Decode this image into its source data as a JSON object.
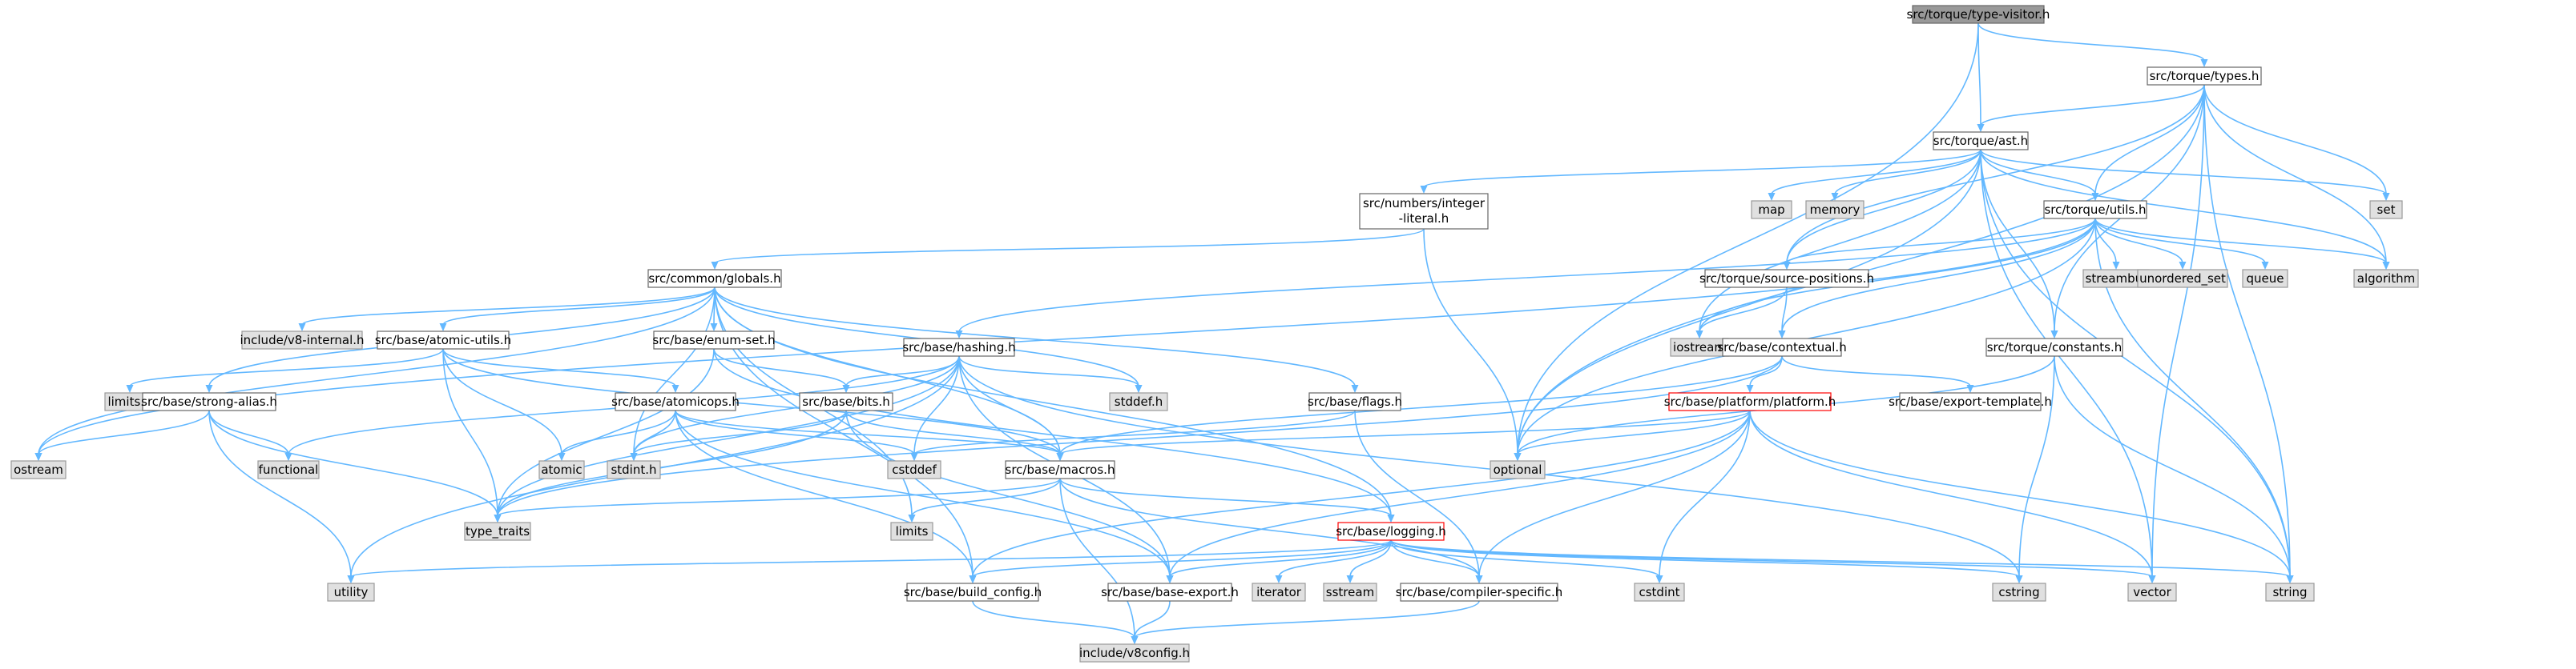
{
  "colors": {
    "edge": "#63b8ff",
    "root_fill": "#999999",
    "root_stroke": "#666666",
    "file_fill": "#ffffff",
    "file_stroke": "#666666",
    "system_fill": "#e0e0e0",
    "system_stroke": "#999999",
    "truncated_stroke": "#ff0000",
    "text": "#000000"
  },
  "nodes": [
    {
      "id": "type-visitor",
      "kind": "root",
      "label": "src/torque/type-visitor.h"
    },
    {
      "id": "types",
      "kind": "file",
      "label": "src/torque/types.h"
    },
    {
      "id": "ast",
      "kind": "file",
      "label": "src/torque/ast.h"
    },
    {
      "id": "integer-literal",
      "kind": "file",
      "label": "src/numbers/integer-literal.h"
    },
    {
      "id": "utils",
      "kind": "file",
      "label": "src/torque/utils.h"
    },
    {
      "id": "map",
      "kind": "system",
      "label": "map"
    },
    {
      "id": "memory",
      "kind": "system",
      "label": "memory"
    },
    {
      "id": "set",
      "kind": "system",
      "label": "set"
    },
    {
      "id": "globals",
      "kind": "file",
      "label": "src/common/globals.h"
    },
    {
      "id": "source-positions",
      "kind": "file",
      "label": "src/torque/source-positions.h"
    },
    {
      "id": "streambuf",
      "kind": "system",
      "label": "streambuf"
    },
    {
      "id": "unordered_set",
      "kind": "system",
      "label": "unordered_set"
    },
    {
      "id": "queue",
      "kind": "system",
      "label": "queue"
    },
    {
      "id": "algorithm",
      "kind": "system",
      "label": "algorithm"
    },
    {
      "id": "v8-internal",
      "kind": "system",
      "label": "include/v8-internal.h"
    },
    {
      "id": "atomic-utils",
      "kind": "file",
      "label": "src/base/atomic-utils.h"
    },
    {
      "id": "enum-set",
      "kind": "file",
      "label": "src/base/enum-set.h"
    },
    {
      "id": "hashing",
      "kind": "file",
      "label": "src/base/hashing.h"
    },
    {
      "id": "iostream",
      "kind": "system",
      "label": "iostream"
    },
    {
      "id": "contextual",
      "kind": "file",
      "label": "src/base/contextual.h"
    },
    {
      "id": "constants",
      "kind": "file",
      "label": "src/torque/constants.h"
    },
    {
      "id": "limits-h",
      "kind": "system",
      "label": "limits.h"
    },
    {
      "id": "strong-alias",
      "kind": "file",
      "label": "src/base/strong-alias.h"
    },
    {
      "id": "atomicops",
      "kind": "file",
      "label": "src/base/atomicops.h"
    },
    {
      "id": "bits",
      "kind": "file",
      "label": "src/base/bits.h"
    },
    {
      "id": "stddef-h",
      "kind": "system",
      "label": "stddef.h"
    },
    {
      "id": "flags",
      "kind": "file",
      "label": "src/base/flags.h"
    },
    {
      "id": "platform",
      "kind": "truncated",
      "label": "src/base/platform/platform.h"
    },
    {
      "id": "export-template",
      "kind": "file",
      "label": "src/base/export-template.h"
    },
    {
      "id": "ostream",
      "kind": "system",
      "label": "ostream"
    },
    {
      "id": "functional",
      "kind": "system",
      "label": "functional"
    },
    {
      "id": "atomic",
      "kind": "system",
      "label": "atomic"
    },
    {
      "id": "stdint-h",
      "kind": "system",
      "label": "stdint.h"
    },
    {
      "id": "cstddef",
      "kind": "system",
      "label": "cstddef"
    },
    {
      "id": "macros",
      "kind": "file",
      "label": "src/base/macros.h"
    },
    {
      "id": "optional",
      "kind": "system",
      "label": "optional"
    },
    {
      "id": "type_traits",
      "kind": "system",
      "label": "type_traits"
    },
    {
      "id": "limits",
      "kind": "system",
      "label": "limits"
    },
    {
      "id": "logging",
      "kind": "truncated",
      "label": "src/base/logging.h"
    },
    {
      "id": "utility",
      "kind": "system",
      "label": "utility"
    },
    {
      "id": "build_config",
      "kind": "file",
      "label": "src/base/build_config.h"
    },
    {
      "id": "base-export",
      "kind": "file",
      "label": "src/base/base-export.h"
    },
    {
      "id": "iterator",
      "kind": "system",
      "label": "iterator"
    },
    {
      "id": "sstream",
      "kind": "system",
      "label": "sstream"
    },
    {
      "id": "compiler-specific",
      "kind": "file",
      "label": "src/base/compiler-specific.h"
    },
    {
      "id": "cstdint",
      "kind": "system",
      "label": "cstdint"
    },
    {
      "id": "cstring",
      "kind": "system",
      "label": "cstring"
    },
    {
      "id": "vector",
      "kind": "system",
      "label": "vector"
    },
    {
      "id": "string",
      "kind": "system",
      "label": "string"
    },
    {
      "id": "v8config",
      "kind": "system",
      "label": "include/v8config.h"
    }
  ],
  "edges": [
    [
      "type-visitor",
      "types"
    ],
    [
      "type-visitor",
      "ast"
    ],
    [
      "type-visitor",
      "optional"
    ],
    [
      "types",
      "ast"
    ],
    [
      "types",
      "utils"
    ],
    [
      "types",
      "source-positions"
    ],
    [
      "types",
      "constants"
    ],
    [
      "types",
      "optional"
    ],
    [
      "types",
      "set"
    ],
    [
      "types",
      "algorithm"
    ],
    [
      "types",
      "vector"
    ],
    [
      "types",
      "string"
    ],
    [
      "ast",
      "integer-literal"
    ],
    [
      "ast",
      "utils"
    ],
    [
      "ast",
      "source-positions"
    ],
    [
      "ast",
      "constants"
    ],
    [
      "ast",
      "map"
    ],
    [
      "ast",
      "memory"
    ],
    [
      "ast",
      "set"
    ],
    [
      "ast",
      "algorithm"
    ],
    [
      "ast",
      "optional"
    ],
    [
      "ast",
      "iostream"
    ],
    [
      "ast",
      "vector"
    ],
    [
      "ast",
      "string"
    ],
    [
      "integer-literal",
      "globals"
    ],
    [
      "integer-literal",
      "optional"
    ],
    [
      "utils",
      "hashing"
    ],
    [
      "utils",
      "contextual"
    ],
    [
      "utils",
      "source-positions"
    ],
    [
      "utils",
      "streambuf"
    ],
    [
      "utils",
      "unordered_set"
    ],
    [
      "utils",
      "queue"
    ],
    [
      "utils",
      "algorithm"
    ],
    [
      "utils",
      "string"
    ],
    [
      "utils",
      "ostream"
    ],
    [
      "utils",
      "optional"
    ],
    [
      "utils",
      "iostream"
    ],
    [
      "globals",
      "v8-internal"
    ],
    [
      "globals",
      "atomic-utils"
    ],
    [
      "globals",
      "enum-set"
    ],
    [
      "globals",
      "flags"
    ],
    [
      "globals",
      "strong-alias"
    ],
    [
      "globals",
      "macros"
    ],
    [
      "globals",
      "logging"
    ],
    [
      "globals",
      "build_config"
    ],
    [
      "globals",
      "ostream"
    ],
    [
      "globals",
      "stddef-h"
    ],
    [
      "globals",
      "stdint-h"
    ],
    [
      "globals",
      "limits"
    ],
    [
      "source-positions",
      "contextual"
    ],
    [
      "source-positions",
      "iostream"
    ],
    [
      "atomic-utils",
      "atomicops"
    ],
    [
      "atomic-utils",
      "macros"
    ],
    [
      "atomic-utils",
      "limits-h"
    ],
    [
      "atomic-utils",
      "atomic"
    ],
    [
      "atomic-utils",
      "type_traits"
    ],
    [
      "enum-set",
      "bits"
    ],
    [
      "enum-set",
      "logging"
    ],
    [
      "enum-set",
      "type_traits"
    ],
    [
      "hashing",
      "bits"
    ],
    [
      "hashing",
      "macros"
    ],
    [
      "hashing",
      "base-export"
    ],
    [
      "hashing",
      "stddef-h"
    ],
    [
      "hashing",
      "cstddef"
    ],
    [
      "hashing",
      "stdint-h"
    ],
    [
      "hashing",
      "cstring"
    ],
    [
      "hashing",
      "functional"
    ],
    [
      "hashing",
      "type_traits"
    ],
    [
      "hashing",
      "utility"
    ],
    [
      "contextual",
      "platform"
    ],
    [
      "contextual",
      "export-template"
    ],
    [
      "contextual",
      "macros"
    ],
    [
      "contextual",
      "type_traits"
    ],
    [
      "constants",
      "cstring"
    ],
    [
      "constants",
      "string"
    ],
    [
      "constants",
      "optional"
    ],
    [
      "strong-alias",
      "ostream"
    ],
    [
      "strong-alias",
      "functional"
    ],
    [
      "strong-alias",
      "type_traits"
    ],
    [
      "strong-alias",
      "utility"
    ],
    [
      "atomicops",
      "macros"
    ],
    [
      "atomicops",
      "build_config"
    ],
    [
      "atomicops",
      "base-export"
    ],
    [
      "atomicops",
      "atomic"
    ],
    [
      "atomicops",
      "stdint-h"
    ],
    [
      "atomicops",
      "cstddef"
    ],
    [
      "bits",
      "macros"
    ],
    [
      "bits",
      "base-export"
    ],
    [
      "bits",
      "stdint-h"
    ],
    [
      "bits",
      "type_traits"
    ],
    [
      "flags",
      "compiler-specific"
    ],
    [
      "flags",
      "cstddef"
    ],
    [
      "platform",
      "macros"
    ],
    [
      "platform",
      "build_config"
    ],
    [
      "platform",
      "base-export"
    ],
    [
      "platform",
      "compiler-specific"
    ],
    [
      "platform",
      "cstdint"
    ],
    [
      "platform",
      "optional"
    ],
    [
      "platform",
      "string"
    ],
    [
      "platform",
      "vector"
    ],
    [
      "macros",
      "logging"
    ],
    [
      "macros",
      "compiler-specific"
    ],
    [
      "macros",
      "v8config"
    ],
    [
      "macros",
      "type_traits"
    ],
    [
      "macros",
      "limits"
    ],
    [
      "logging",
      "build_config"
    ],
    [
      "logging",
      "base-export"
    ],
    [
      "logging",
      "compiler-specific"
    ],
    [
      "logging",
      "iterator"
    ],
    [
      "logging",
      "sstream"
    ],
    [
      "logging",
      "cstdint"
    ],
    [
      "logging",
      "cstring"
    ],
    [
      "logging",
      "vector"
    ],
    [
      "logging",
      "string"
    ],
    [
      "logging",
      "utility"
    ],
    [
      "build_config",
      "v8config"
    ],
    [
      "base-export",
      "v8config"
    ],
    [
      "compiler-specific",
      "v8config"
    ]
  ]
}
